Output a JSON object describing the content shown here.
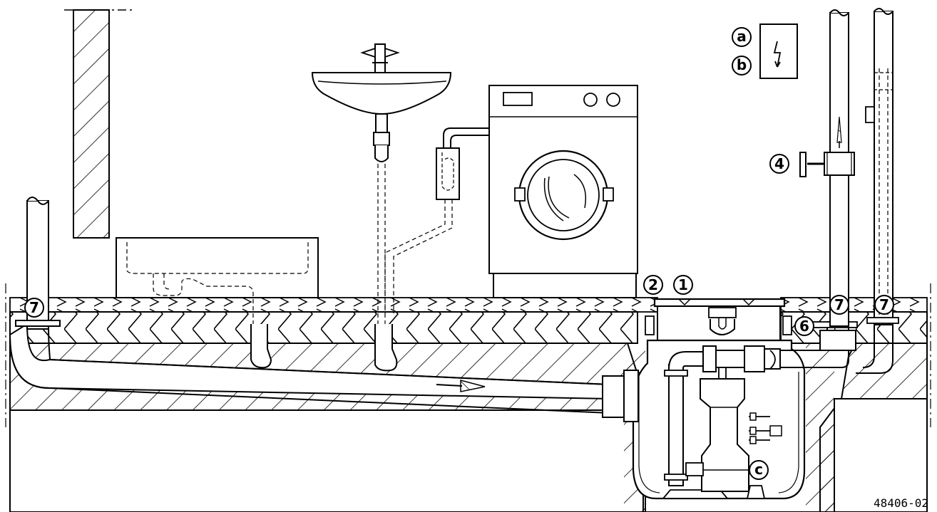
{
  "labels": {
    "l1": "1",
    "l2": "2",
    "l4": "4",
    "l6": "6",
    "l7a": "7",
    "l7b": "7",
    "l7c": "7",
    "la": "a",
    "lb": "b",
    "lc": "c"
  },
  "drawing_number": "48406-02",
  "icons": [
    "lightning-icon",
    "flow-arrow-icon"
  ],
  "colors": {
    "line": "#000000",
    "background": "#ffffff",
    "dashed": "#000000"
  }
}
